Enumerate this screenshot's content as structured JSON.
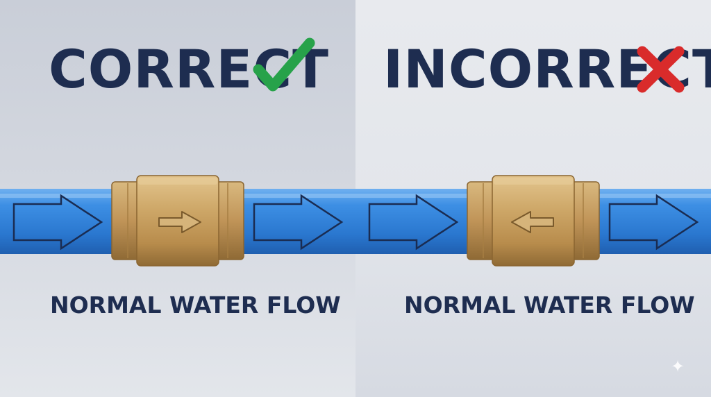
{
  "left_panel": {
    "heading": "CORRECT",
    "status_icon": "check-mark-icon",
    "caption": "NORMAL WATER FLOW",
    "valve_arrow_direction": "right"
  },
  "right_panel": {
    "heading": "INCORRECT",
    "status_icon": "cross-mark-icon",
    "caption": "NORMAL WATER FLOW",
    "valve_arrow_direction": "left"
  },
  "flow_direction": "right",
  "colors": {
    "heading_text": "#1e2d50",
    "check": "#27a24a",
    "cross": "#d92b2b",
    "pipe": "#3584dc",
    "pipe_dark": "#1f5fb0",
    "pipe_light": "#6fb0f0",
    "flow_arrow_outline": "#1a2c52",
    "brass": "#c49a5c",
    "brass_dark": "#8f6a35",
    "brass_light": "#e3c58e"
  },
  "decor_icon": "sparkle-icon"
}
